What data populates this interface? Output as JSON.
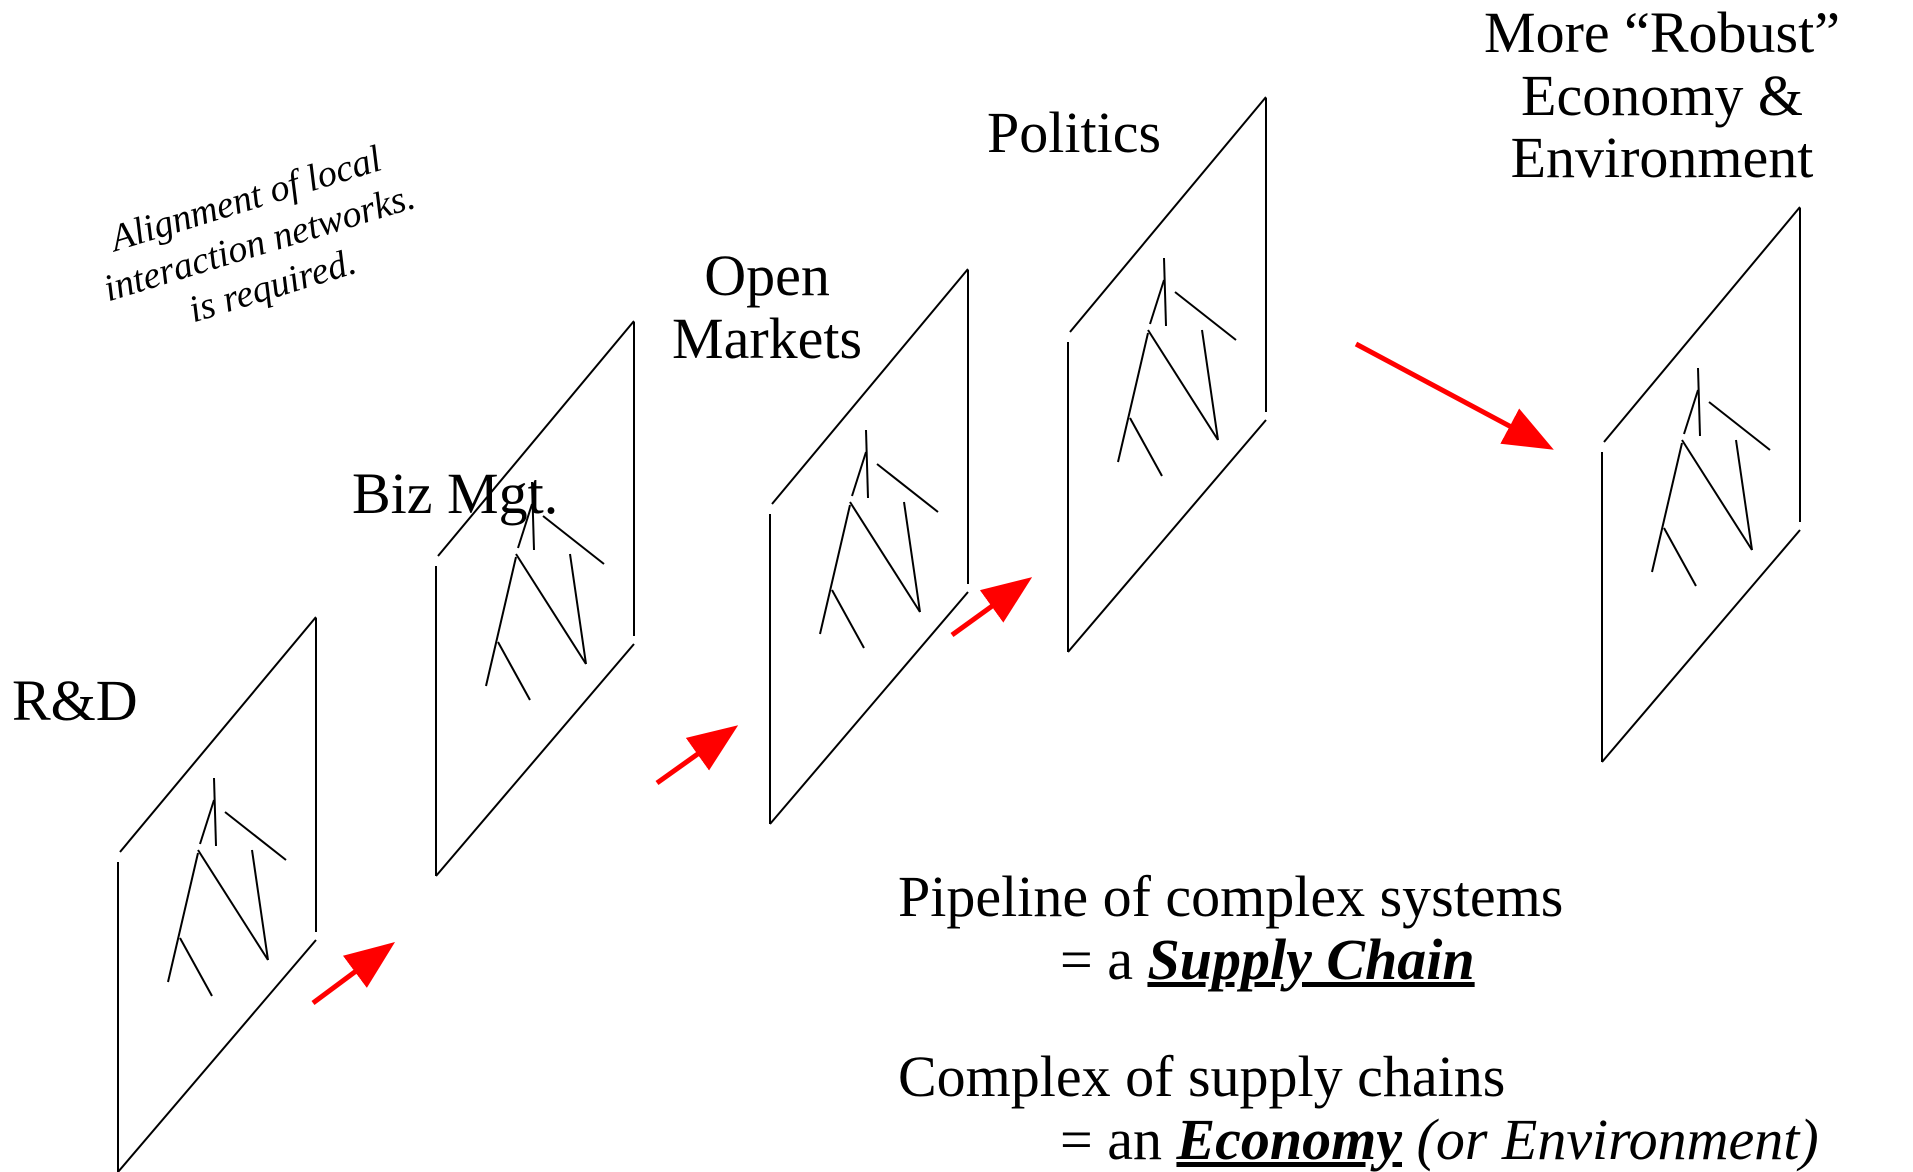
{
  "stages": [
    {
      "label": "R&D"
    },
    {
      "label": "Biz Mgt."
    },
    {
      "label_lines": [
        "Open",
        "Markets"
      ]
    },
    {
      "label": "Politics"
    },
    {
      "label_lines": [
        "More “Robust”",
        "Economy &",
        "Environment"
      ]
    }
  ],
  "note": {
    "lines": [
      "Alignment of local",
      "interaction networks.",
      "is required."
    ]
  },
  "summary": {
    "line1": "Pipeline of complex systems",
    "line2_prefix": "= a ",
    "line2_emph": "Supply Chain",
    "line3": "Complex of supply chains",
    "line4_prefix": "= an ",
    "line4_emph": "Economy",
    "line4_suffix": " (or Environment)"
  },
  "colors": {
    "arrow": "#ff0000",
    "line": "#000000"
  }
}
